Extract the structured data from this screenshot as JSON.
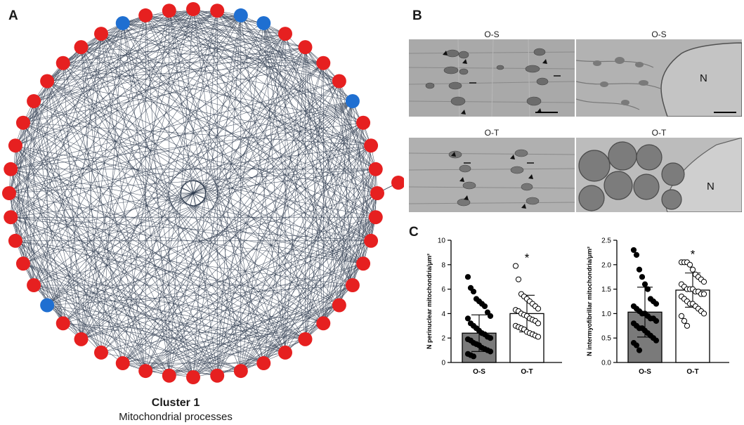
{
  "panels": {
    "a": "A",
    "b": "B",
    "c": "C"
  },
  "network": {
    "title": "Cluster 1",
    "subtitle": "Mitochondrial processes",
    "colors": {
      "red": "#e62020",
      "blue": "#1f6fd1",
      "edge": "#2d3a4d"
    },
    "node_count": 48,
    "blue_node_indices": [
      2,
      3,
      8,
      31,
      45
    ]
  },
  "em": {
    "top_left_label": "O-S",
    "top_right_label": "O-S",
    "bottom_left_label": "O-T",
    "bottom_right_label": "O-T",
    "nucleus_label": "N"
  },
  "chart_data": [
    {
      "type": "bar",
      "categories": [
        "O-S",
        "O-T"
      ],
      "values": [
        2.4,
        4.0
      ],
      "error": [
        1.5,
        1.5
      ],
      "ylabel": "N perinuclear mitochondria/μm²",
      "ylim": [
        0,
        10
      ],
      "yticks": [
        0,
        2,
        4,
        6,
        8,
        10
      ],
      "significance": [
        "",
        "*"
      ],
      "bar_colors": [
        "#7a7a7a",
        "#ffffff"
      ],
      "points": [
        [
          7.0,
          6.1,
          5.8,
          5.2,
          5.0,
          4.8,
          4.6,
          4.1,
          3.8,
          3.6,
          3.2,
          3.0,
          2.8,
          2.6,
          2.4,
          2.3,
          2.1,
          2.0,
          1.9,
          1.8,
          1.6,
          1.5,
          1.4,
          1.2,
          1.1,
          1.0,
          0.9,
          0.7,
          0.6,
          0.5
        ],
        [
          7.9,
          6.8,
          5.6,
          5.4,
          5.2,
          5.0,
          4.8,
          4.6,
          4.4,
          4.3,
          4.2,
          4.0,
          3.9,
          3.8,
          3.6,
          3.5,
          3.4,
          3.2,
          3.0,
          2.9,
          2.8,
          2.7,
          2.5,
          2.4,
          2.3,
          2.2,
          2.1
        ]
      ]
    },
    {
      "type": "bar",
      "categories": [
        "O-S",
        "O-T"
      ],
      "values": [
        1.03,
        1.48
      ],
      "error": [
        0.51,
        0.35
      ],
      "ylabel": "N intermyofibrillar mitochondria/μm²",
      "ylim": [
        0,
        2.5
      ],
      "yticks": [
        "0.0",
        "0.5",
        "1.0",
        "1.5",
        "2.0",
        "2.5"
      ],
      "significance": [
        "",
        "*"
      ],
      "bar_colors": [
        "#7a7a7a",
        "#ffffff"
      ],
      "points": [
        [
          2.3,
          2.2,
          1.9,
          1.75,
          1.6,
          1.5,
          1.3,
          1.25,
          1.2,
          1.15,
          1.1,
          1.05,
          1.0,
          1.0,
          0.95,
          0.9,
          0.9,
          0.85,
          0.8,
          0.75,
          0.7,
          0.7,
          0.65,
          0.6,
          0.55,
          0.5,
          0.45,
          0.4,
          0.35,
          0.25
        ],
        [
          2.05,
          2.05,
          2.05,
          2.0,
          1.9,
          1.8,
          1.75,
          1.7,
          1.65,
          1.6,
          1.55,
          1.5,
          1.5,
          1.5,
          1.45,
          1.45,
          1.4,
          1.4,
          1.35,
          1.3,
          1.25,
          1.2,
          1.2,
          1.15,
          1.1,
          1.05,
          1.0,
          0.95,
          0.85,
          0.75
        ]
      ]
    }
  ]
}
